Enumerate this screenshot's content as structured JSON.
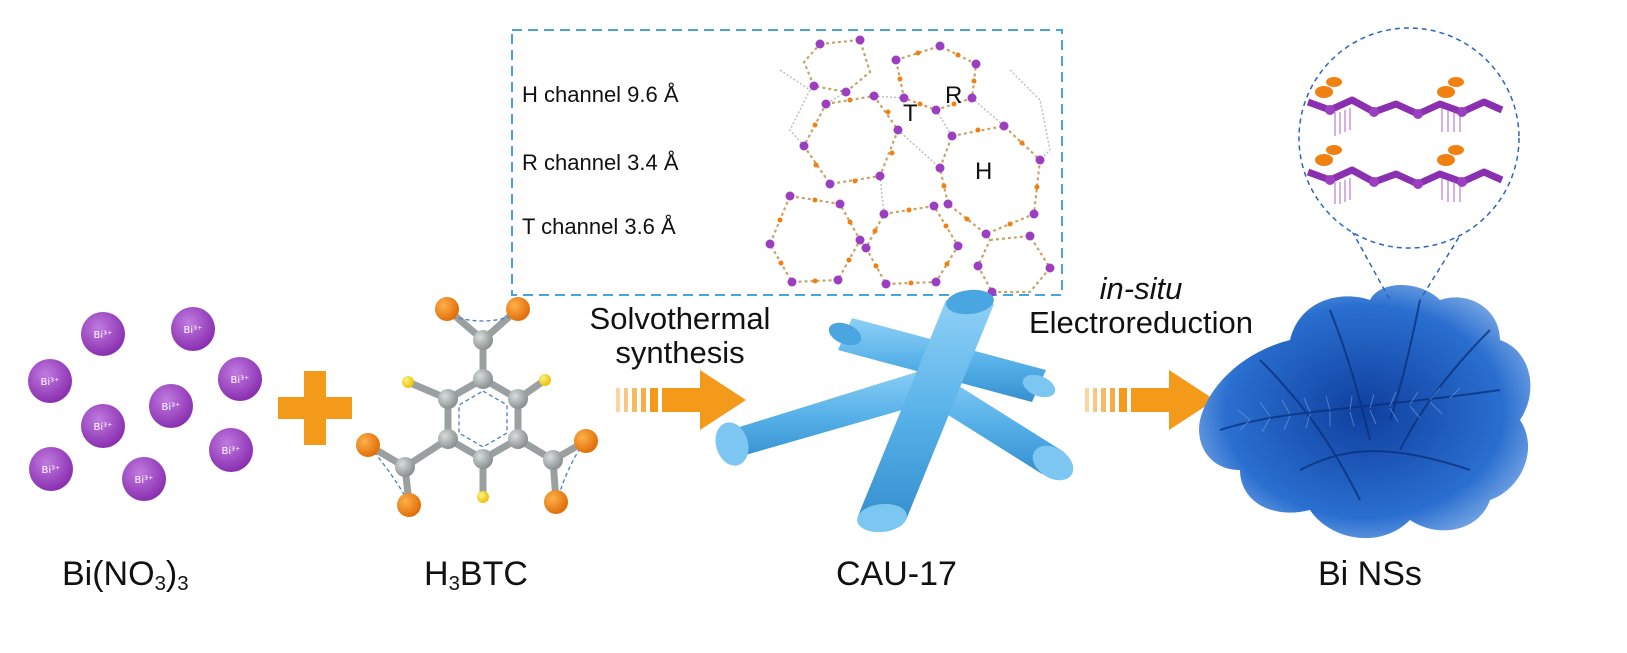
{
  "colors": {
    "bismuth_ion": "#9b3fc0",
    "arrow_orange": "#f39a1a",
    "rod_blue": "#5ab5ec",
    "dendrite_blue": "#1d63c4",
    "frame_blue": "#49a4de",
    "carbon_grey": "#9aa0a0",
    "oxygen_orange": "#f08010",
    "hydrogen_yellow": "#f2d31c"
  },
  "reactants": {
    "ion_label": "Bi³⁺",
    "ion_count": 9,
    "bismuth_salt": {
      "main": "Bi(NO",
      "sub1": "3",
      "close": ")",
      "sub2": "3"
    },
    "linker": {
      "main": "H",
      "sub": "3",
      "rest": "BTC"
    }
  },
  "step1": {
    "line1": "Solvothermal",
    "line2": "synthesis"
  },
  "mof": {
    "name": "CAU-17",
    "channels": [
      {
        "label": "H channel  9.6 Å"
      },
      {
        "label": "R channel  3.4 Å"
      },
      {
        "label": "T channel  3.6 Å"
      }
    ],
    "pore_labels": {
      "t": "T",
      "r": "R",
      "h": "H"
    }
  },
  "step2": {
    "line1": "in-situ",
    "line2": "Electroreduction"
  },
  "product": {
    "name": "Bi NSs"
  }
}
